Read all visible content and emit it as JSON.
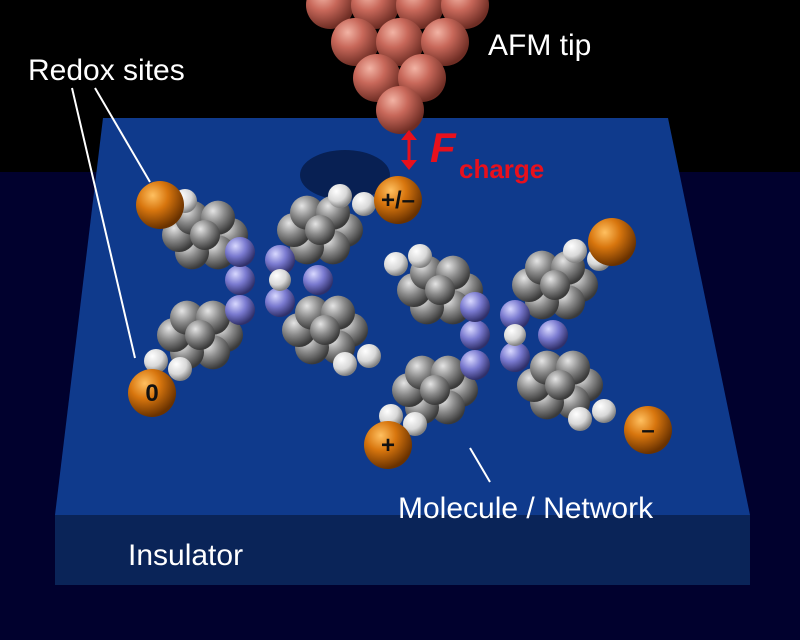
{
  "labels": {
    "redox_sites": "Redox sites",
    "afm_tip": "AFM tip",
    "force_symbol": "F",
    "force_subscript": "charge",
    "molecule": "Molecule / Network",
    "insulator": "Insulator"
  },
  "sites": [
    {
      "charge": ""
    },
    {
      "charge": "+/–"
    },
    {
      "charge": ""
    },
    {
      "charge": "0"
    },
    {
      "charge": "+"
    },
    {
      "charge": "–"
    }
  ],
  "colors": {
    "force": "#e8101c",
    "slab_top": "#0f3a8c",
    "slab_front": "#0a2458",
    "background_lower": "#01012e",
    "tip": "#c8685a",
    "redox_site": "#d8760e"
  }
}
